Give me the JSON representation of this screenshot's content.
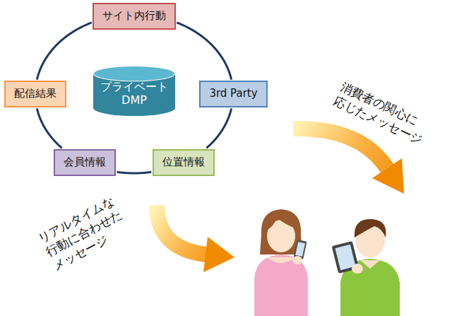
{
  "diagram": {
    "nodes": [
      {
        "text": [
          "サイト内行動"
        ]
      },
      {
        "text": [
          "プライベート DMP"
        ]
      },
      {
        "text": [
          "3rd Party"
        ]
      },
      {
        "text": [
          "配信結果"
        ]
      },
      {
        "text": [
          "位置情報"
        ]
      },
      {
        "text": [
          "会員情報"
        ]
      }
    ],
    "edges": [
      {
        "from": 0,
        "to": 2,
        "arrow": "none"
      },
      {
        "from": 2,
        "to": 4,
        "arrow": "none"
      },
      {
        "from": 4,
        "to": 5,
        "arrow": "none"
      },
      {
        "from": 5,
        "to": 3,
        "arrow": "none"
      },
      {
        "from": 3,
        "to": 0,
        "arrow": "none"
      }
    ],
    "labels": [
      "消費者の関心に 応じたメッセージ",
      "リアルタイムな 行動に合わせた メッセージ"
    ]
  }
}
